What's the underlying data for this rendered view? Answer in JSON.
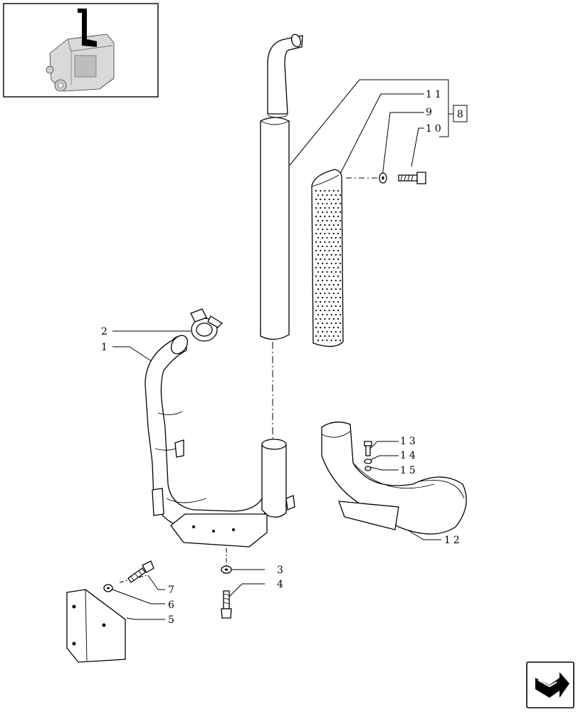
{
  "thumbnail": {
    "icon": "engine-thumbnail-icon"
  },
  "callouts": {
    "c1": "1",
    "c2": "2",
    "c3": "3",
    "c4": "4",
    "c5": "5",
    "c6": "6",
    "c7": "7",
    "c8": "8",
    "c9": "9",
    "c10": "10",
    "c11": "11",
    "c12": "12",
    "c13": "13",
    "c14": "14",
    "c15": "15"
  },
  "nav": {
    "icon": "next-page-arrow-icon"
  },
  "colors": {
    "ink": "#000000",
    "paper": "#ffffff"
  }
}
